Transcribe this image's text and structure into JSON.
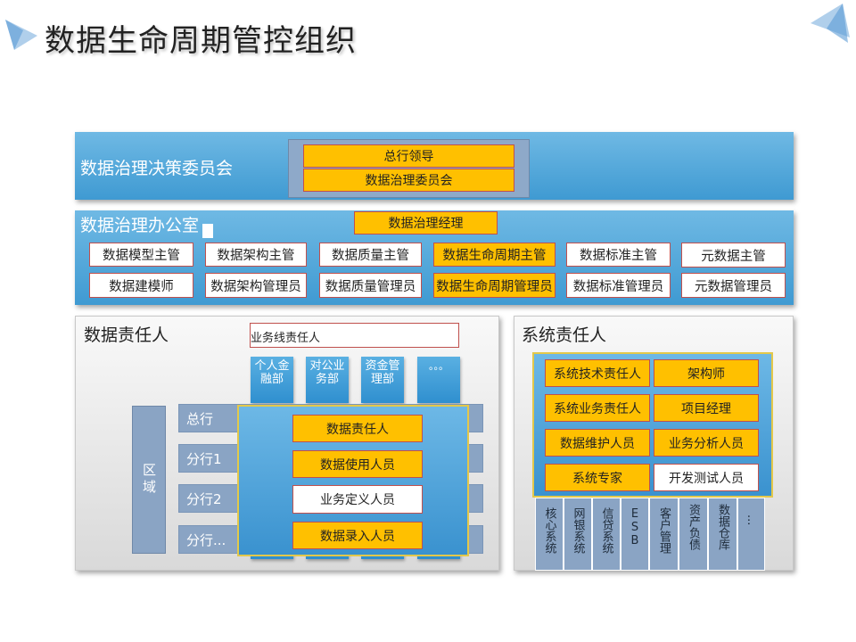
{
  "title": "数据生命周期管控组织",
  "committee": {
    "label": "数据治理决策委员会",
    "members": [
      "总行领导",
      "数据治理委员会"
    ]
  },
  "office": {
    "label": "数据治理办公室",
    "manager": "数据治理经理",
    "row1": [
      "数据模型主管",
      "数据架构主管",
      "数据质量主管",
      "数据生命周期主管",
      "数据标准主管",
      "元数据主管"
    ],
    "row2": [
      "数据建模师",
      "数据架构管理员",
      "数据质量管理员",
      "数据生命周期管理员",
      "数据标准管理员",
      "元数据管理员"
    ]
  },
  "data_owner": {
    "label": "数据责任人",
    "business_line": "业务线责任人",
    "columns": [
      "个人金融部",
      "对公业务部",
      "资金管理部",
      "。。。"
    ],
    "region": "区域",
    "rows": [
      "总行",
      "分行1",
      "分行2",
      "分行..."
    ],
    "roles": [
      "数据责任人",
      "数据使用人员",
      "业务定义人员",
      "数据录入人员"
    ]
  },
  "system_owner": {
    "label": "系统责任人",
    "roles": [
      [
        "系统技术责任人",
        "架构师"
      ],
      [
        "系统业务责任人",
        "项目经理"
      ],
      [
        "数据维护人员",
        "业务分析人员"
      ],
      [
        "系统专家",
        "开发测试人员"
      ]
    ],
    "systems": [
      "核心系统",
      "网银系统",
      "信贷系统",
      "ESB",
      "客户管理",
      "资产负债",
      "数据仓库",
      "..."
    ]
  }
}
